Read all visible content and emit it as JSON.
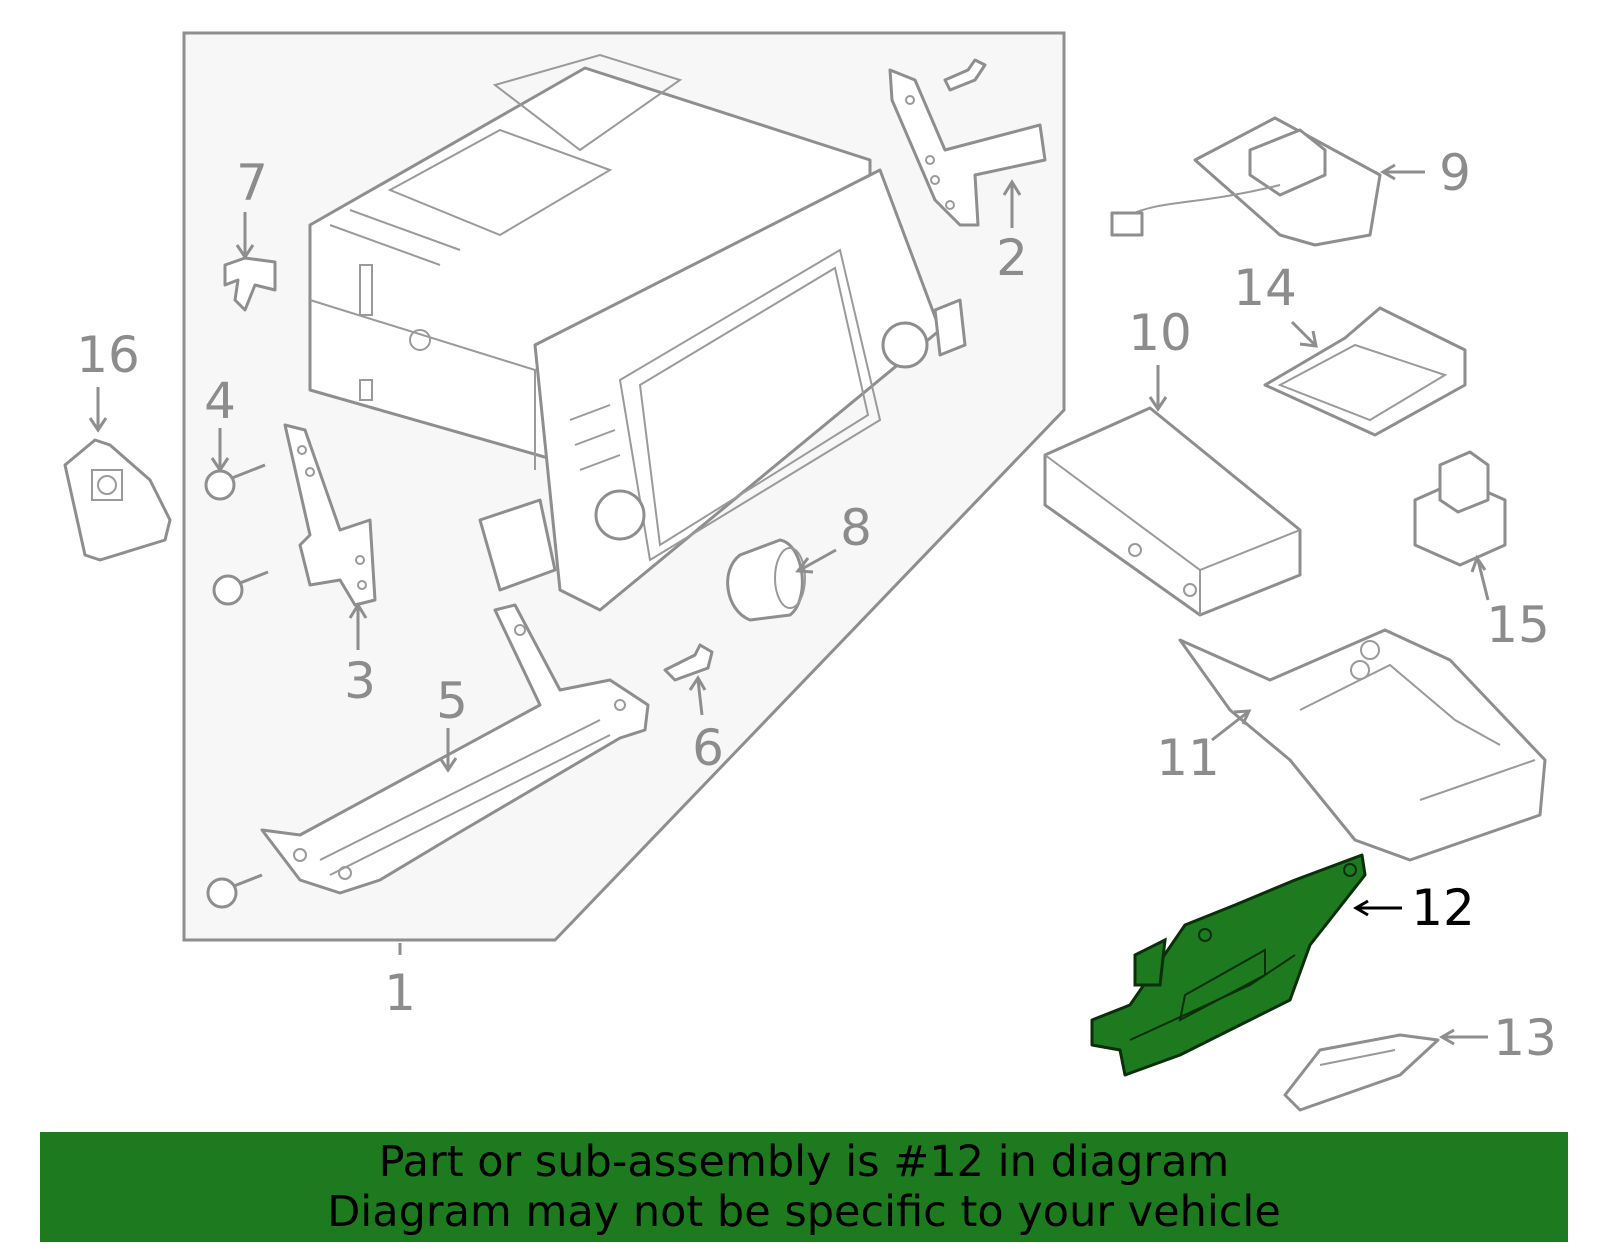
{
  "colors": {
    "highlight_part": "#1e7a1e",
    "banner": "#1e7a1e",
    "line": "#8e8e8e",
    "highlight_label": "#000000"
  },
  "callouts": {
    "c1": "1",
    "c2": "2",
    "c3": "3",
    "c4": "4",
    "c5": "5",
    "c6": "6",
    "c7": "7",
    "c8": "8",
    "c9": "9",
    "c10": "10",
    "c11": "11",
    "c12": "12",
    "c13": "13",
    "c14": "14",
    "c15": "15",
    "c16": "16"
  },
  "highlighted_part": "12",
  "banner": {
    "line1": "Part or sub-assembly is #12 in diagram",
    "line2": "Diagram may not be specific to your vehicle"
  }
}
